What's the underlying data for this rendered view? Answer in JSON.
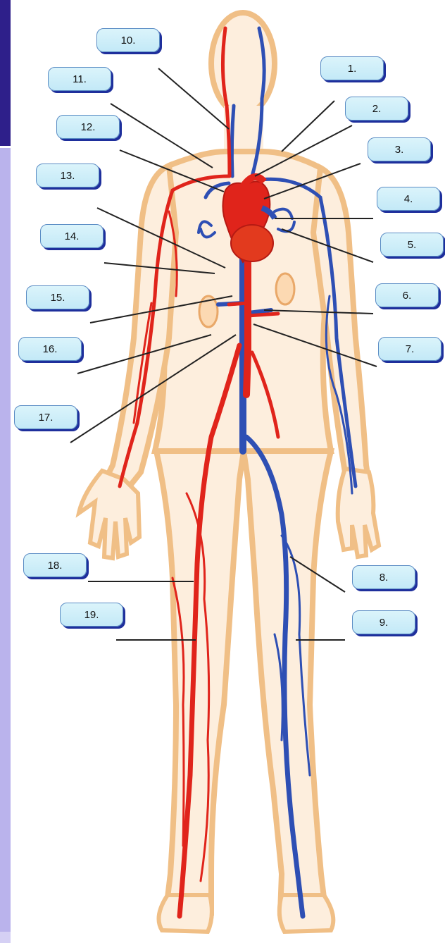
{
  "labels": [
    "1.",
    "2.",
    "3.",
    "4.",
    "5.",
    "6.",
    "7.",
    "8.",
    "9.",
    "10.",
    "11.",
    "12.",
    "13.",
    "14.",
    "15.",
    "16.",
    "17.",
    "18.",
    "19."
  ],
  "colors": {
    "artery": "#e0241b",
    "vein": "#2e4fb4",
    "skin": "#fdeedd",
    "skin_outline": "#f0bf86",
    "box_fill": "#cdeef9",
    "box_shadow": "#1e2f9c",
    "strip_dark": "#2e1f8a",
    "strip_light": "#bab3ec"
  }
}
